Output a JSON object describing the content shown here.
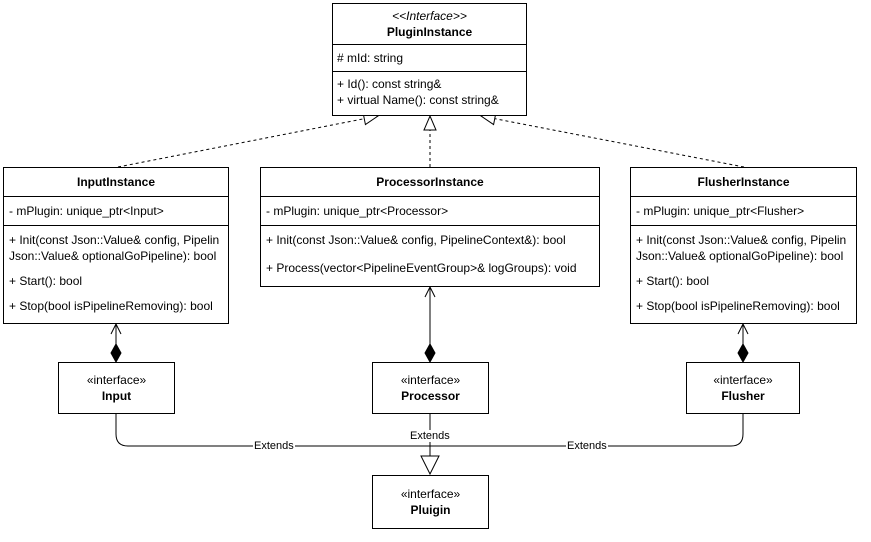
{
  "plugin_instance": {
    "stereotype": "<<Interface>>",
    "name": "PluginInstance",
    "attributes": [
      "# mId: string"
    ],
    "operations": [
      "+ Id(): const string&",
      "+ virtual Name(): const string&"
    ]
  },
  "input_instance": {
    "name": "InputInstance",
    "attributes": [
      "- mPlugin: unique_ptr<Input>"
    ],
    "operations": [
      "+ Init(const Json::Value& config, Pipelin",
      "Json::Value& optionalGoPipeline): bool",
      "+ Start(): bool",
      "+ Stop(bool isPipelineRemoving): bool"
    ]
  },
  "processor_instance": {
    "name": "ProcessorInstance",
    "attributes": [
      "- mPlugin: unique_ptr<Processor>"
    ],
    "operations": [
      "+ Init(const Json::Value& config, PipelineContext&): bool",
      "+ Process(vector<PipelineEventGroup>& logGroups): void"
    ]
  },
  "flusher_instance": {
    "name": "FlusherInstance",
    "attributes": [
      "- mPlugin: unique_ptr<Flusher>"
    ],
    "operations": [
      "+ Init(const Json::Value& config, Pipelin",
      "Json::Value& optionalGoPipeline): bool",
      "+ Start(): bool",
      "+ Stop(bool isPipelineRemoving): bool"
    ]
  },
  "input_iface": {
    "stereotype": "«interface»",
    "name": "Input"
  },
  "processor_iface": {
    "stereotype": "«interface»",
    "name": "Processor"
  },
  "flusher_iface": {
    "stereotype": "«interface»",
    "name": "Flusher"
  },
  "pluigin_iface": {
    "stereotype": "«interface»",
    "name": "Pluigin"
  },
  "edge_labels": {
    "input_extends": "Extends",
    "processor_extends": "Extends",
    "flusher_extends": "Extends"
  }
}
